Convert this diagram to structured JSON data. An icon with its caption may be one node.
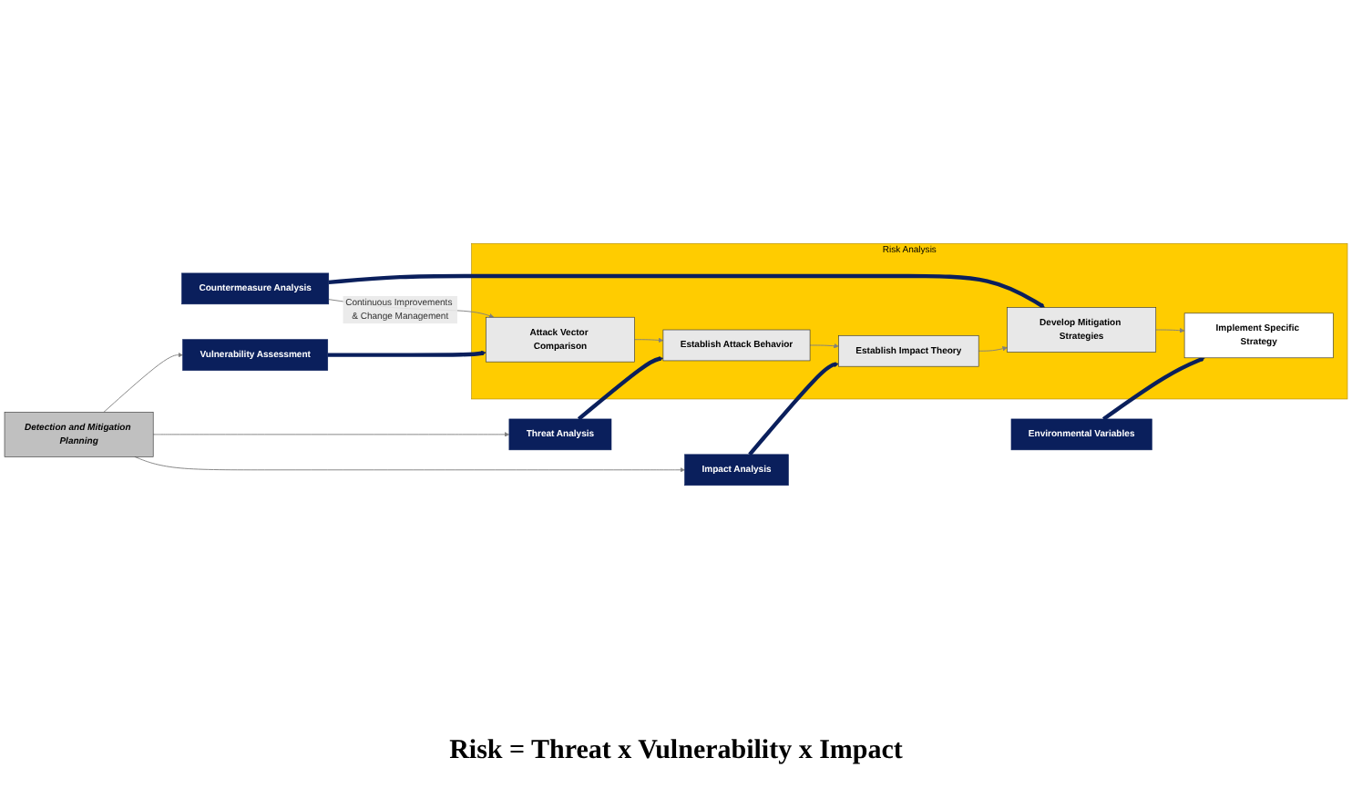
{
  "diagram": {
    "nodes": [
      {
        "text": [
          "Risk Analysis"
        ]
      },
      {
        "text": [
          "Attack Vector Comparison"
        ],
        "in": 0
      },
      {
        "text": [
          "Establish Attack Behavior"
        ],
        "in": 0
      },
      {
        "text": [
          "Establish Impact Theory"
        ],
        "in": 0
      },
      {
        "text": [
          "Develop Mitigation Strategies"
        ],
        "in": 0
      },
      {
        "text": [
          "Implement Specific Strategy"
        ],
        "in": 0
      },
      {
        "text": [
          "Countermeasure Analysis"
        ]
      },
      {
        "text": [
          "Environmental Variables"
        ]
      },
      {
        "text": [
          "Vulnerability Assessment"
        ]
      },
      {
        "text": [
          "Threat Analysis"
        ]
      },
      {
        "text": [
          "Impact Analysis"
        ]
      },
      {
        "text": [
          "Detection and Mitigation Planning"
        ]
      }
    ],
    "edges": [
      {
        "from": 1,
        "to": 2,
        "arrow": "to"
      },
      {
        "from": 2,
        "to": 3,
        "arrow": "to"
      },
      {
        "from": 3,
        "to": 4,
        "arrow": "to"
      },
      {
        "from": 4,
        "to": 5,
        "arrow": "to"
      },
      {
        "from": 6,
        "to": 4,
        "arrow": "to",
        "style": "thick",
        "color": "#0a1f5c"
      },
      {
        "from": 7,
        "to": 5,
        "arrow": "to",
        "style": "thick",
        "color": "#0a1f5c"
      },
      {
        "from": 8,
        "to": 1,
        "arrow": "to",
        "style": "thick",
        "color": "#0a1f5c"
      },
      {
        "from": 9,
        "to": 2,
        "arrow": "to",
        "style": "thick",
        "color": "#0a1f5c"
      },
      {
        "from": 10,
        "to": 3,
        "arrow": "to",
        "style": "thick",
        "color": "#0a1f5c"
      },
      {
        "from": 11,
        "to": 8,
        "arrow": "to"
      },
      {
        "from": 11,
        "to": 9,
        "arrow": "to"
      },
      {
        "from": 11,
        "to": 10,
        "arrow": "to"
      },
      {
        "from": 6,
        "to": 1,
        "arrow": "to",
        "label": "Continuous Improvements & Change Management"
      }
    ],
    "labels": [
      "Risk = Threat x Vulnerability x Impact"
    ]
  }
}
